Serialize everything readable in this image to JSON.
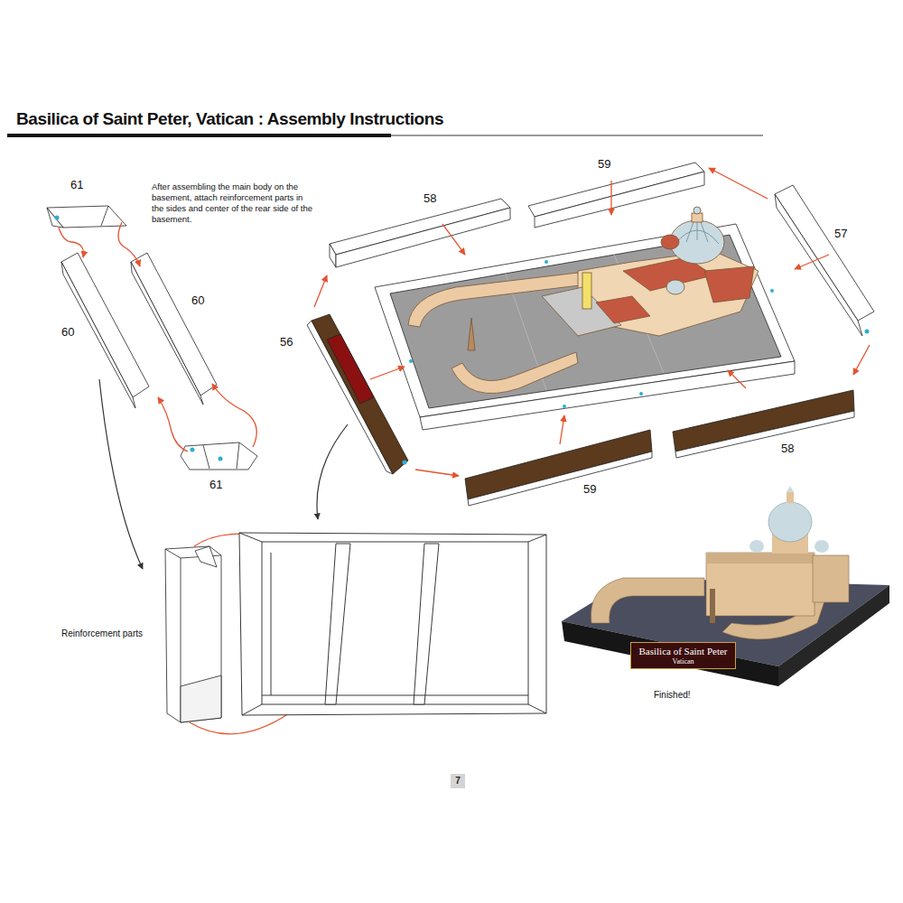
{
  "diagram": {
    "title": "Basilica of Saint Peter, Vatican : Assembly Instructions",
    "nodes": [
      {
        "text": [
          "Basilica of Saint Peter",
          "Vatican"
        ]
      },
      {
        "text": [
          "7"
        ]
      }
    ],
    "labels": [
      "After assembling the main body on the basement, attach reinforcement parts in the sides and center of the rear side of the basement.",
      "61",
      "60",
      "60",
      "61",
      "58",
      "59",
      "57",
      "56",
      "59",
      "58",
      "Reinforcement parts",
      "Finished!"
    ]
  }
}
